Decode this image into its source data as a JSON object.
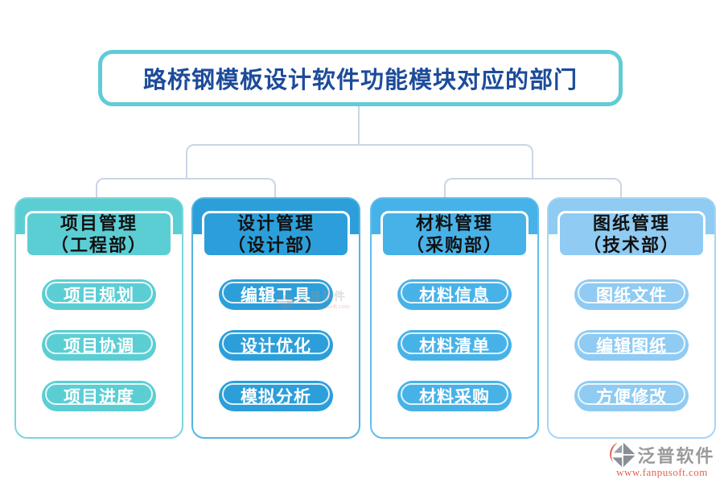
{
  "title": {
    "text": "路桥钢模板设计软件功能模块对应的部门"
  },
  "colors": {
    "background": "#FFFFFF",
    "title_border": "#5FCCD6",
    "title_text": "#1C4B9A",
    "connector": "#CBD5E5",
    "header_text": "#111111",
    "pill_text": "#FFFFFF",
    "brand_name": "#9A9A9C",
    "brand_url": "#E0644C",
    "logo_gray": "#8A8F96",
    "logo_orange": "#E0644C"
  },
  "columns": [
    {
      "header_line1": "项目管理",
      "header_line2": "（工程部）",
      "items": [
        "项目规划",
        "项目协调",
        "项目进度"
      ],
      "colors": {
        "fill": "#5BCED4",
        "border": "#7AD6DB"
      }
    },
    {
      "header_line1": "设计管理",
      "header_line2": "（设计部）",
      "items": [
        "编辑工具",
        "设计优化",
        "模拟分析"
      ],
      "colors": {
        "fill": "#2C9FDA",
        "border": "#55B4E3"
      }
    },
    {
      "header_line1": "材料管理",
      "header_line2": "（采购部）",
      "items": [
        "材料信息",
        "材料清单",
        "材料采购"
      ],
      "colors": {
        "fill": "#47B2E8",
        "border": "#63BEEC"
      }
    },
    {
      "header_line1": "图纸管理",
      "header_line2": "（技术部）",
      "items": [
        "图纸文件",
        "编辑图纸",
        "方便修改"
      ],
      "colors": {
        "fill": "#8FCBF2",
        "border": "#A5D6F5"
      }
    }
  ],
  "branding": {
    "name": "泛普软件",
    "url": "www.fanpusoft.com"
  },
  "watermark": {
    "name": "泛普软件",
    "url": "www.fanpusoft.com"
  }
}
